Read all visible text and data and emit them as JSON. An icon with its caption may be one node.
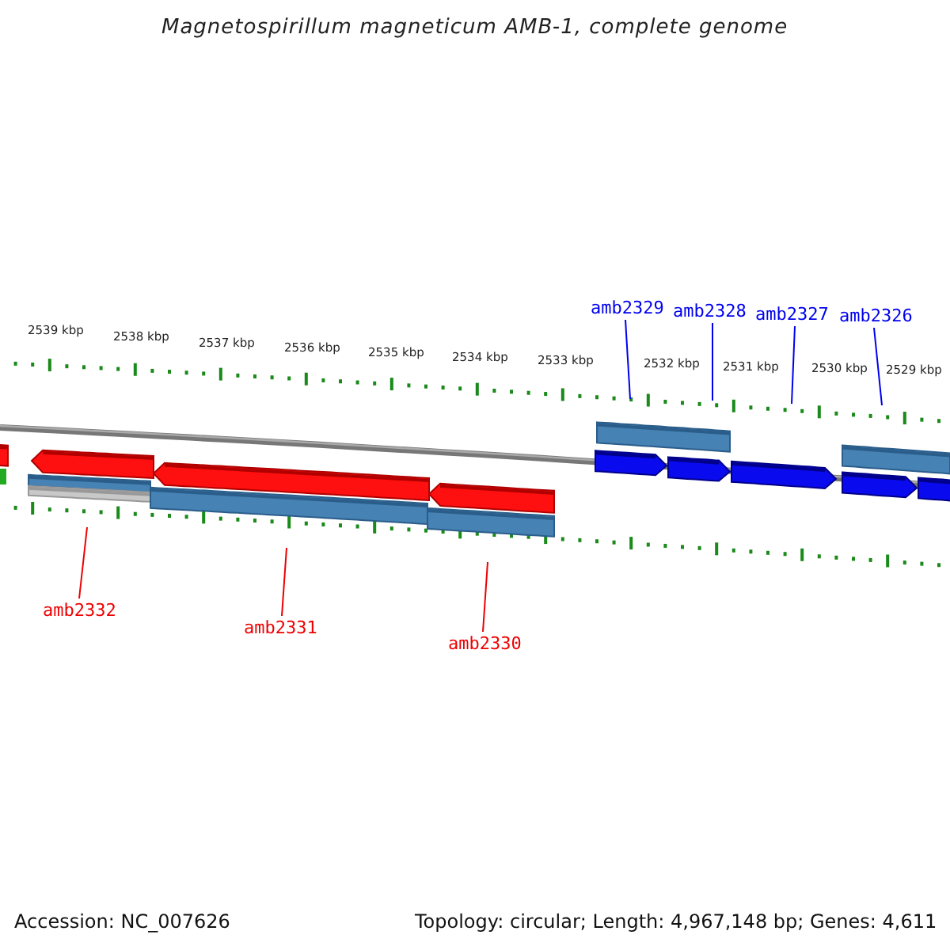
{
  "diagram": {
    "title": "Magnetospirillum magneticum AMB-1, complete genome",
    "nodes": [
      {
        "text": [
          "amb2329"
        ]
      },
      {
        "text": [
          "amb2328"
        ]
      },
      {
        "text": [
          "amb2327"
        ]
      },
      {
        "text": [
          "amb2326"
        ]
      },
      {
        "text": [
          "amb2332"
        ]
      },
      {
        "text": [
          "amb2331"
        ]
      },
      {
        "text": [
          "amb2330"
        ]
      }
    ],
    "edges": [
      {
        "from": 0,
        "to": null,
        "arrow": "none"
      },
      {
        "from": 1,
        "to": null,
        "arrow": "none"
      },
      {
        "from": 2,
        "to": null,
        "arrow": "none"
      },
      {
        "from": 3,
        "to": null,
        "arrow": "none"
      },
      {
        "from": 4,
        "to": null,
        "arrow": "none",
        "color": "#ee0000"
      },
      {
        "from": 5,
        "to": null,
        "arrow": "none",
        "color": "#ee0000"
      },
      {
        "from": 6,
        "to": null,
        "arrow": "none",
        "color": "#ee0000"
      }
    ],
    "labels": [
      "2539 kbp",
      "2538 kbp",
      "2537 kbp",
      "2536 kbp",
      "2535 kbp",
      "2534 kbp",
      "2533 kbp",
      "2532 kbp",
      "2531 kbp",
      "2530 kbp",
      "2529 kbp",
      "Accession: NC_007626",
      "Topology: circular; Length: 4,967,148 bp; Genes: 4,611"
    ]
  }
}
